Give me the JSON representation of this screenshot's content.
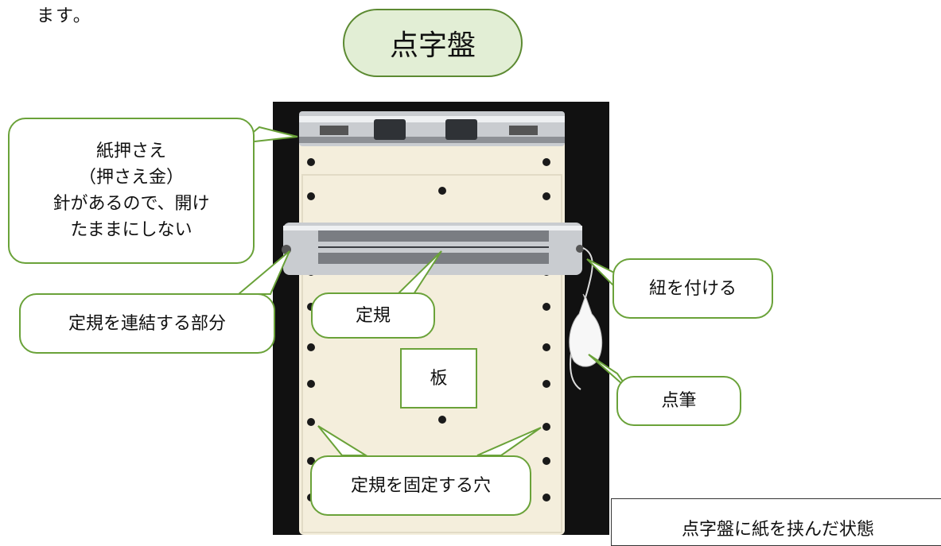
{
  "top_fragment": "ます。",
  "title": "点字盤",
  "labels": {
    "paper_press": [
      "紙押さえ",
      "（押さえ金）",
      "針があるので、開け",
      "たままにしない"
    ],
    "connector": "定規を連結する部分",
    "ruler": "定規",
    "board": "板",
    "string": "紐を付ける",
    "stylus": "点筆",
    "holes": "定規を固定する穴"
  },
  "caption": "点字盤に紙を挟んだ状態",
  "colors": {
    "callout_border": "#6aa239",
    "title_fill": "#e2eed5",
    "title_border": "#5c8a32",
    "board": "#f4eedc",
    "background_dark": "#111111",
    "metal": "#c9ccd0"
  }
}
